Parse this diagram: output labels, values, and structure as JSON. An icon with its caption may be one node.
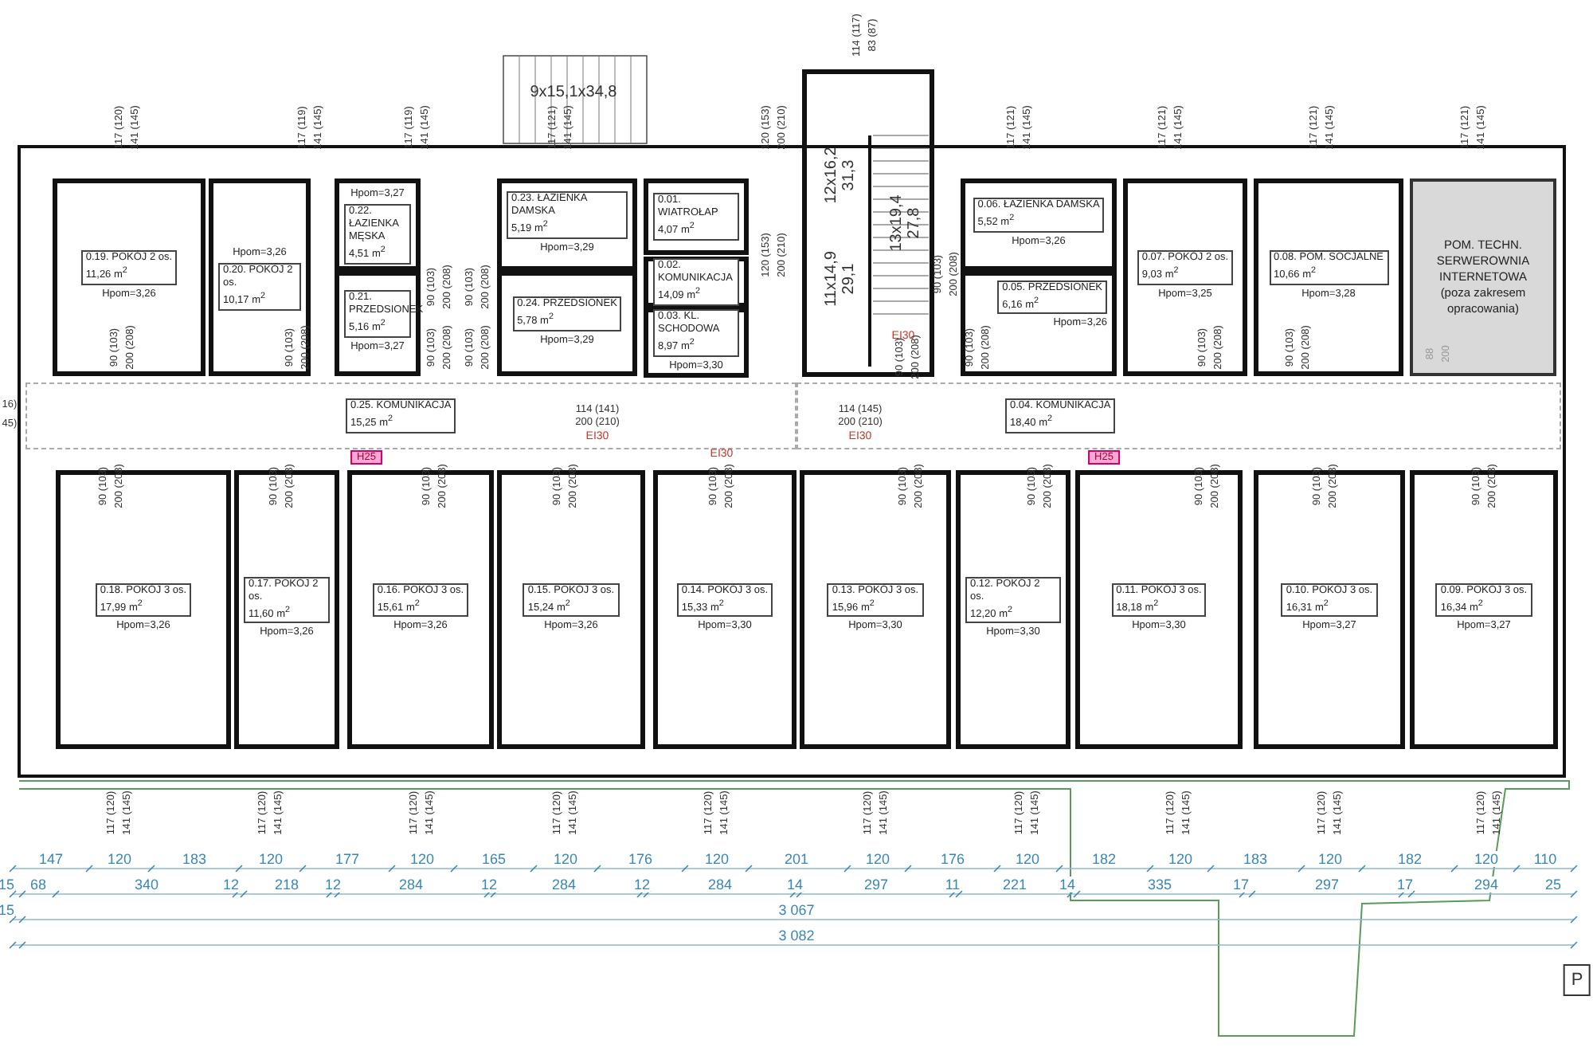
{
  "diagram": {
    "nodes": [
      {
        "text": [
          "0.19. POKÓJ 2 os.",
          "11,26 m$^{2}$",
          "Hpom=3,26"
        ]
      },
      {
        "text": [
          "Hpom=3,26",
          "0.20. POKÓJ 2 os.",
          "10,17 m$^{2}$"
        ]
      },
      {
        "text": [
          "Hpom=3,27",
          "0.22. ŁAZIENKA MĘSKA",
          "4,51 m$^{2}$"
        ]
      },
      {
        "text": [
          "0.21. PRZEDSIONEK",
          "5,16 m$^{2}$",
          "Hpom=3,27"
        ]
      },
      {
        "text": [
          "0.23. ŁAZIENKA DAMSKA",
          "5,19 m$^{2}$",
          "Hpom=3,29"
        ]
      },
      {
        "text": [
          "0.24. PRZEDSIONEK",
          "5,78 m$^{2}$",
          "Hpom=3,29"
        ]
      },
      {
        "text": [
          "0.01. WIATROŁAP",
          "4,07 m$^{2}$"
        ]
      },
      {
        "text": [
          "0.02. KOMUNIKACJA",
          "14,09 m$^{2}$"
        ]
      },
      {
        "text": [
          "0.03. KL. SCHODOWA",
          "8,97 m$^{2}$",
          "Hpom=3,30"
        ]
      },
      {
        "text": [
          "0.06. ŁAZIENKA DAMSKA",
          "5,52 m$^{2}$",
          "Hpom=3,26"
        ]
      },
      {
        "text": [
          "0.05. PRZEDSIONEK",
          "6,16 m$^{2}$",
          "Hpom=3,26"
        ]
      },
      {
        "text": [
          "0.07. POKÓJ 2 os.",
          "9,03 m$^{2}$",
          "Hpom=3,25"
        ]
      },
      {
        "text": [
          "0.08. POM. SOCJALNE",
          "10,66 m$^{2}$",
          "Hpom=3,28"
        ]
      },
      {
        "text": [
          "POM. TECHN. SERWEROWNIA INTERNETOWA",
          "(poza zakresem opracowania)"
        ]
      },
      {
        "text": [
          "0.25. KOMUNIKACJA",
          "15,25 m$^{2}$"
        ]
      },
      {
        "text": [
          "0.04. KOMUNIKACJA",
          "18,40 m$^{2}$"
        ]
      },
      {
        "text": [
          "0.18. POKÓJ 3 os.",
          "17,99 m$^{2}$",
          "Hpom=3,26"
        ]
      },
      {
        "text": [
          "0.17. POKÓJ 2 os.",
          "11,60 m$^{2}$",
          "Hpom=3,26"
        ]
      },
      {
        "text": [
          "0.16. POKÓJ 3 os.",
          "15,61 m$^{2}$",
          "Hpom=3,26"
        ]
      },
      {
        "text": [
          "0.15. POKÓJ 3 os.",
          "15,24 m$^{2}$",
          "Hpom=3,26"
        ]
      },
      {
        "text": [
          "0.14. POKÓJ 3 os.",
          "15,33 m$^{2}$",
          "Hpom=3,30"
        ]
      },
      {
        "text": [
          "0.13. POKÓJ 3 os.",
          "15,96 m$^{2}$",
          "Hpom=3,30"
        ]
      },
      {
        "text": [
          "0.12. POKÓJ 2 os.",
          "12,20 m$^{2}$",
          "Hpom=3,30"
        ]
      },
      {
        "text": [
          "0.11. POKÓJ 3 os.",
          "18,18 m$^{2}$",
          "Hpom=3,30"
        ]
      },
      {
        "text": [
          "0.10. POKÓJ 3 os.",
          "16,31 m$^{2}$",
          "Hpom=3,27"
        ]
      },
      {
        "text": [
          "0.09. POKÓJ 3 os.",
          "16,34 m$^{2}$",
          "Hpom=3,27"
        ]
      }
    ],
    "labels": [
      "9x15,1x34,8",
      "117 (120)",
      "141 (145)",
      "117 (119)",
      "141 (145)",
      "117 (119)",
      "141 (145)",
      "117 (121)",
      "141 (145)",
      "120 (153)",
      "200 (210)",
      "114 (117)",
      "83 (87)",
      "117 (121)",
      "141 (145)",
      "117 (121)",
      "141 (145)",
      "117 (121)",
      "141 (145)",
      "117 (121)",
      "141 (145)",
      "12x16,2",
      "31,3",
      "13x19,4",
      "27,8",
      "90 (103)",
      "200 (208)",
      "90 (103)",
      "200 (208)",
      "120 (153)",
      "200 (210)",
      "11x14,9",
      "29,1",
      "90 (103)",
      "200 (208)",
      "90 (103)",
      "200 (208)",
      "90 (103)",
      "200 (208)",
      "90 (103)",
      "200 (208)",
      "90 (103)",
      "200 (208)",
      "EI30",
      "90 (103)",
      "200 (208)",
      "90 (103)",
      "200 (208)",
      "90 (103)",
      "200 (208)",
      "90 (103)",
      "200 (208)",
      "88",
      "200",
      "16)",
      "45)",
      "114 (141)",
      "200 (210)",
      "EI30",
      "114 (145)",
      "200 (210)",
      "EI30",
      "H25",
      "EI30",
      "H25",
      "90 (103)",
      "200 (208)",
      "90 (103)",
      "200 (208)",
      "90 (103)",
      "200 (208)",
      "90 (103)",
      "200 (208)",
      "90 (103)",
      "200 (208)",
      "90 (103)",
      "200 (208)",
      "90 (103)",
      "200 (208)",
      "90 (103)",
      "200 (208)",
      "90 (103)",
      "200 (208)",
      "90 (103)",
      "200 (208)",
      "117 (120)",
      "141 (145)",
      "117 (120)",
      "141 (145)",
      "117 (120)",
      "141 (145)",
      "117 (120)",
      "141 (145)",
      "117 (120)",
      "141 (145)",
      "117 (120)",
      "141 (145)",
      "117 (120)",
      "141 (145)",
      "117 (120)",
      "141 (145)",
      "117 (120)",
      "141 (145)",
      "117 (120)",
      "141 (145)",
      "147",
      "120",
      "183",
      "120",
      "177",
      "120",
      "165",
      "120",
      "176",
      "120",
      "201",
      "120",
      "176",
      "120",
      "182",
      "120",
      "183",
      "120",
      "182",
      "120",
      "110",
      "15",
      "68",
      "340",
      "12",
      "218",
      "12",
      "284",
      "12",
      "284",
      "12",
      "284",
      "14",
      "297",
      "11",
      "221",
      "14",
      "335",
      "17",
      "297",
      "17",
      "294",
      "25",
      "15",
      "3 067",
      "3 082",
      "P"
    ]
  }
}
